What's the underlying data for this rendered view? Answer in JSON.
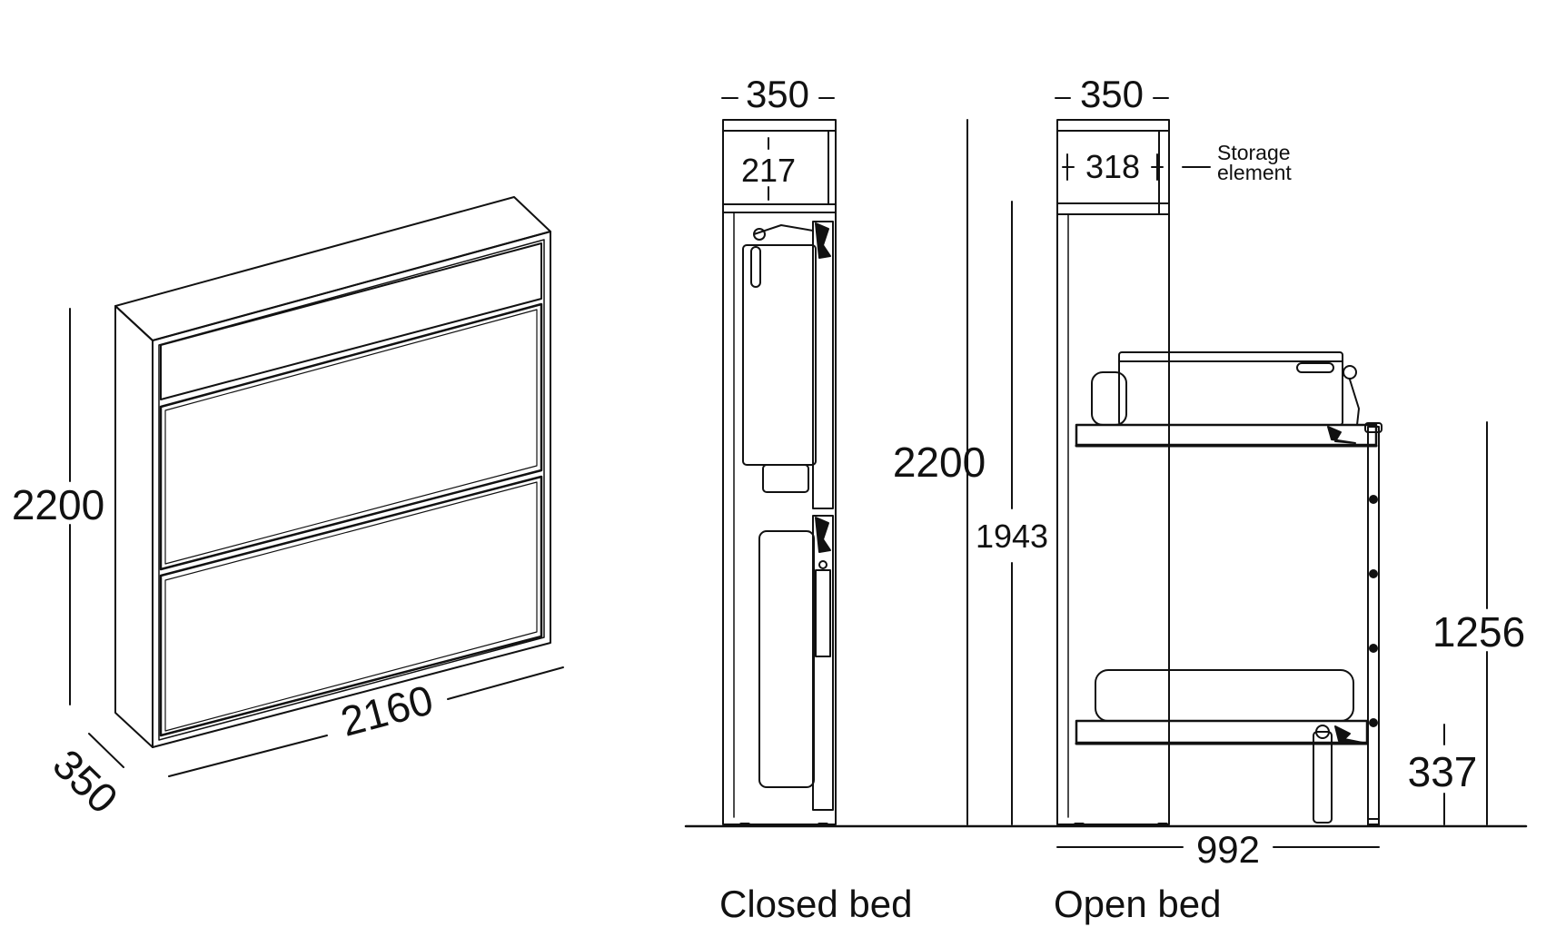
{
  "colors": {
    "line": "#111111",
    "background": "#ffffff"
  },
  "iso": {
    "height_label": "2200",
    "width_label": "2160",
    "depth_label": "350"
  },
  "closed_bed": {
    "caption": "Closed bed",
    "top_width_label": "350",
    "storage_height_label": "217"
  },
  "open_bed": {
    "caption": "Open bed",
    "top_width_label": "350",
    "storage_height_label": "318",
    "storage_note_line1": "Storage",
    "storage_note_line2": "element",
    "total_height_label": "2200",
    "inner_height_label": "1943",
    "ladder_height_label": "1256",
    "lower_bed_height_label": "337",
    "depth_label": "992"
  }
}
